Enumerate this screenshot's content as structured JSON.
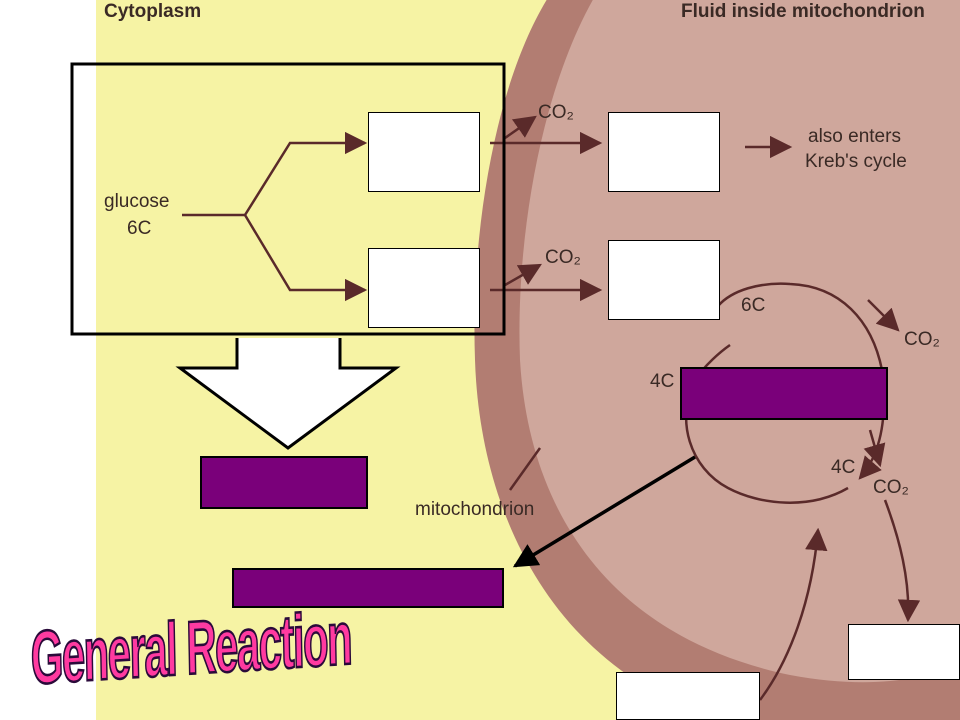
{
  "headers": {
    "left": "Cytoplasm",
    "right": "Fluid inside mitochondrion"
  },
  "glycolysis": {
    "glucose": "glucose",
    "glucose_carbons": "6C"
  },
  "outputs": {
    "co2_top": "CO₂",
    "co2_middle": "CO₂",
    "also_enters": "also enters",
    "krebs_cycle": "Kreb's cycle"
  },
  "krebs": {
    "six_c": "6C",
    "four_c_left": "4C",
    "four_c_bottom": "4C",
    "co2_right": "CO₂",
    "co2_bottom": "CO₂"
  },
  "mitochondrion_label": "mitochondrion",
  "general_reaction": "General Reaction",
  "colors": {
    "cytoplasm": "#f6f3a4",
    "mitochondrion_membrane": "#b27d72",
    "mitochondrion_fluid": "#cfa79c",
    "purple_box": "#7a007a",
    "wordart_fill": "#ff3aa0"
  }
}
